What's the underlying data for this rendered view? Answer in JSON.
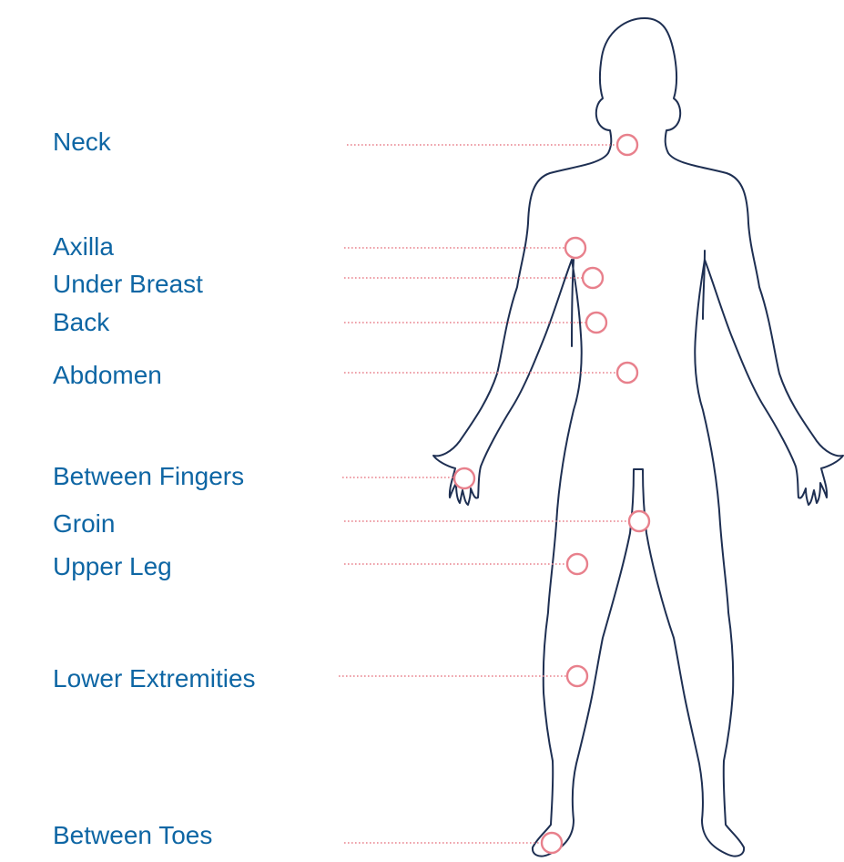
{
  "colors": {
    "label": "#0e66a4",
    "marker": "#e8808c",
    "outline": "#1e2f52",
    "background": "#ffffff"
  },
  "regions": [
    {
      "id": "neck",
      "label": "Neck"
    },
    {
      "id": "axilla",
      "label": "Axilla"
    },
    {
      "id": "under-breast",
      "label": "Under Breast"
    },
    {
      "id": "back",
      "label": "Back"
    },
    {
      "id": "abdomen",
      "label": "Abdomen"
    },
    {
      "id": "between-fingers",
      "label": "Between Fingers"
    },
    {
      "id": "groin",
      "label": "Groin"
    },
    {
      "id": "upper-leg",
      "label": "Upper Leg"
    },
    {
      "id": "lower-extremities",
      "label": "Lower Extremities"
    },
    {
      "id": "between-toes",
      "label": "Between Toes"
    }
  ]
}
